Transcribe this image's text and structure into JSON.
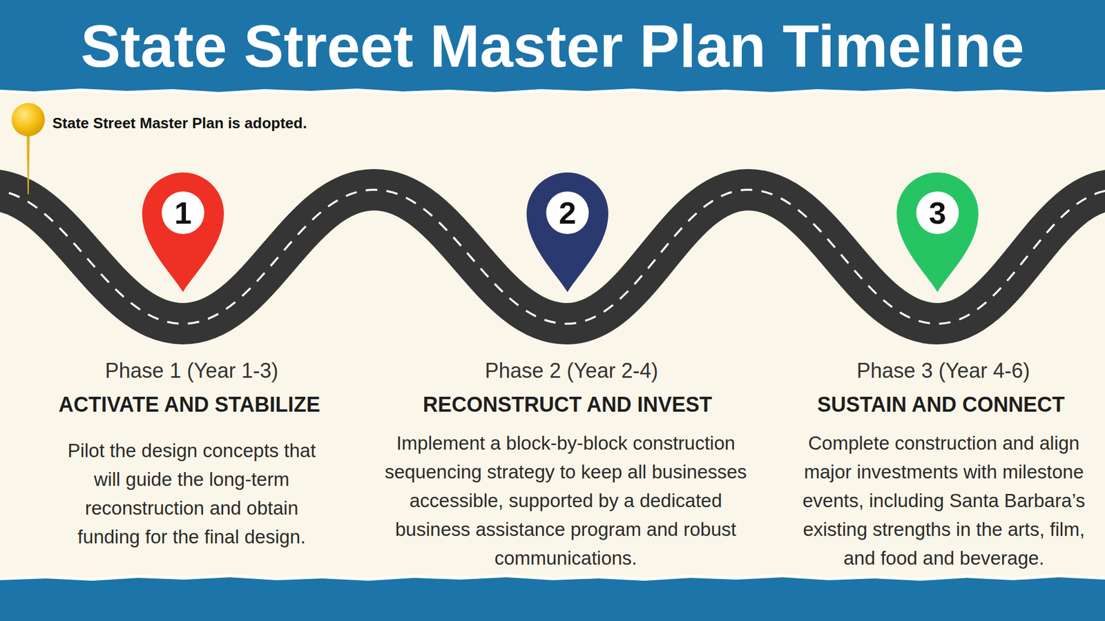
{
  "diagram": {
    "title": "State Street Master Plan Timeline",
    "nodes": [
      {
        "text": [
          "1"
        ]
      },
      {
        "text": [
          "2"
        ]
      },
      {
        "text": [
          "3"
        ]
      }
    ],
    "labels": [
      "State Street Master Plan is adopted.",
      "Phase 1 (Year 1-3)",
      "ACTIVATE AND STABILIZE",
      "Pilot the design concepts that will guide the long-term reconstruction and obtain funding for the final design.",
      "Phase 2 (Year 2-4)",
      "RECONSTRUCT AND INVEST",
      "Implement a block-by-block construction sequencing strategy to keep all businesses accessible, supported by a dedicated business assistance program and robust communications.",
      "Phase 3 (Year 4-6)",
      "SUSTAIN AND CONNECT",
      "Complete construction and align major investments with milestone events, including Santa Barbara’s existing strengths in the arts, film, and food and beverage."
    ]
  }
}
